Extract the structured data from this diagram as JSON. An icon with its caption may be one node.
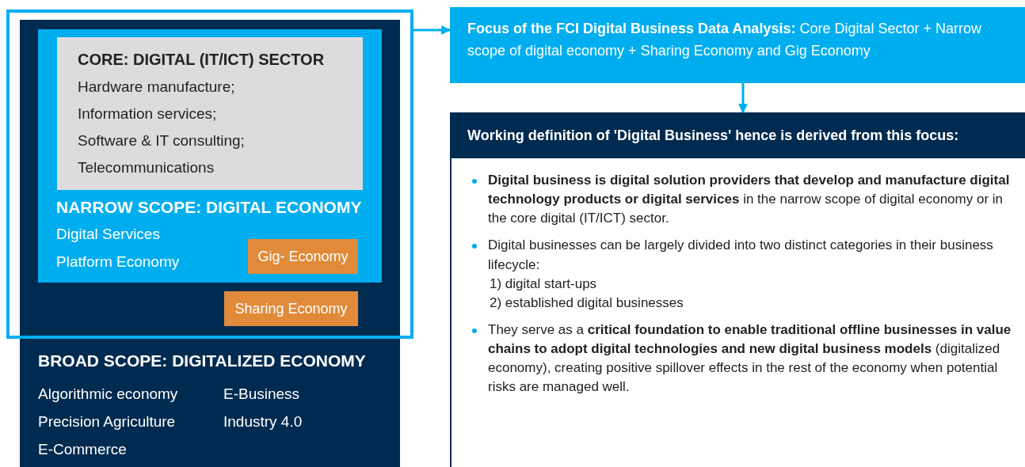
{
  "diagram": {
    "nodes": [
      {
        "text": [],
        "shape": "box"
      },
      {
        "text": [
          "BROAD SCOPE: DIGITALIZED ECONOMY",
          "Algorithmic economy",
          "Precision Agriculture",
          "E-Commerce",
          "E-Business",
          "Industry 4.0"
        ]
      },
      {
        "text": [
          "NARROW SCOPE: DIGITAL ECONOMY",
          "Digital Services",
          "Platform Economy"
        ],
        "in": 0
      },
      {
        "text": [
          "CORE: DIGITAL (IT/ICT) SECTOR",
          "Hardware manufacture;",
          "Information services;",
          "Software & IT consulting;",
          "Telecommunications"
        ],
        "in": 2
      },
      {
        "text": [
          "Gig- Economy"
        ],
        "in": 2
      },
      {
        "text": [
          "Sharing Economy"
        ],
        "in": 0
      },
      {
        "text": [
          "**Focus of the FCI Digital Business Data Analysis:** Core Digital Sector + Narrow scope of digital economy + Sharing Economy and Gig Economy"
        ]
      },
      {
        "text": [
          "Working definition of 'Digital Business' hence is derived from this focus:",
          "**Digital business is digital solution providers that develop and manufacture digital technology products or digital services** in the narrow scope of digital economy or in the core digital (IT/ICT) sector.",
          "Digital businesses can be largely divided into two distinct categories in their business lifecycle:",
          "1) digital start-ups",
          "2) established digital businesses",
          "They serve as a **critical foundation to enable traditional offline businesses in value chains to adopt digital technologies and new digital business models** (digitalized economy), creating positive spillover effects in the rest of the economy when potential risks are managed well."
        ]
      }
    ],
    "edges": [
      {
        "from": 0,
        "to": 6,
        "arrow": "to"
      },
      {
        "from": 6,
        "to": 7,
        "arrow": "to"
      }
    ]
  }
}
